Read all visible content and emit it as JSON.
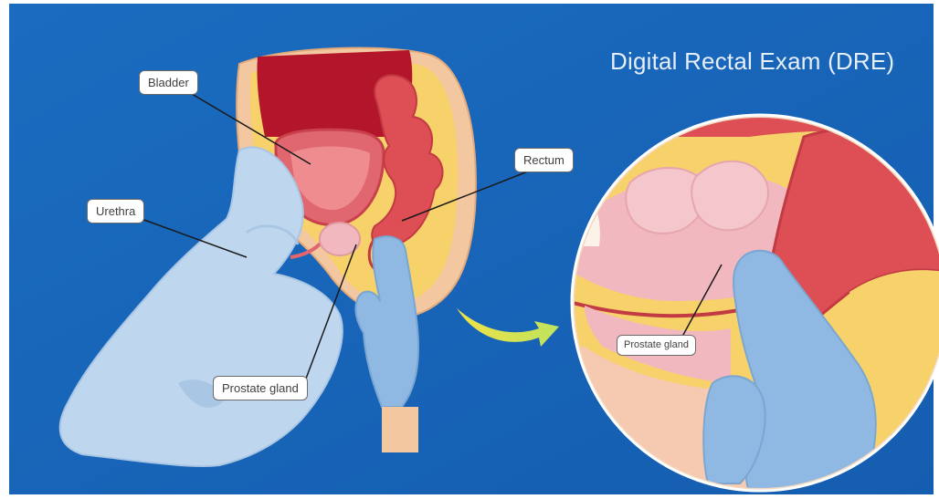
{
  "title": "Digital Rectal Exam (DRE)",
  "labels": {
    "bladder": "Bladder",
    "urethra": "Urethra",
    "rectum": "Rectum",
    "prostate_main": "Prostate gland",
    "prostate_zoom": "Prostate gland"
  },
  "colors": {
    "background": "#1764b8",
    "body": "#bfd7ee",
    "glove": "#8fb9e2",
    "skin_tan": "#f3c79f",
    "fat_yellow": "#f7d16a",
    "bladder": "#e0666f",
    "bladder_dark": "#b3162a",
    "rectum": "#dd4e55",
    "prostate": "#f2b8bf",
    "arrow": "#d8e650"
  }
}
